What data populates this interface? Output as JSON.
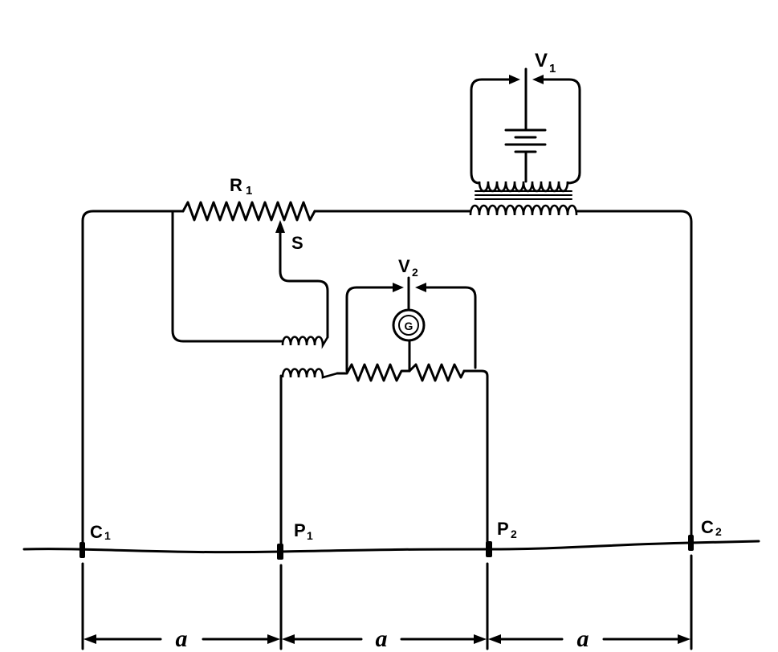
{
  "labels": {
    "v1": "V",
    "v1_sub": "1",
    "r1": "R",
    "r1_sub": "1",
    "s": "S",
    "v2": "V",
    "v2_sub": "2",
    "galvanometer": "G",
    "c1": "C",
    "c1_sub": "1",
    "p1": "P",
    "p1_sub": "1",
    "p2": "P",
    "p2_sub": "2",
    "c2": "C",
    "c2_sub": "2"
  },
  "spacing": [
    "a",
    "a",
    "a"
  ]
}
